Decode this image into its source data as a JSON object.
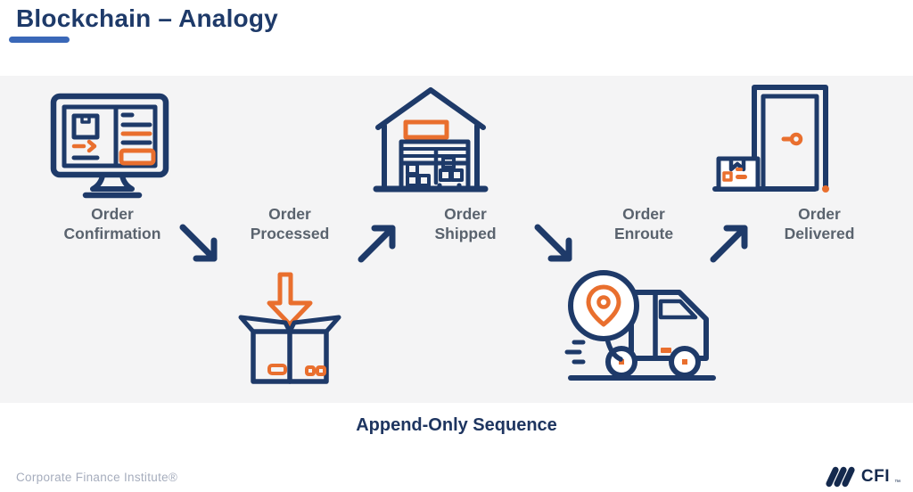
{
  "header": {
    "title": "Blockchain – Analogy"
  },
  "diagram": {
    "caption": "Append-Only Sequence",
    "steps": [
      {
        "line1": "Order",
        "line2": "Confirmation",
        "icon": "desktop-monitor-icon"
      },
      {
        "line1": "Order",
        "line2": "Processed",
        "icon": "open-box-icon"
      },
      {
        "line1": "Order",
        "line2": "Shipped",
        "icon": "warehouse-icon"
      },
      {
        "line1": "Order",
        "line2": "Enroute",
        "icon": "delivery-truck-icon"
      },
      {
        "line1": "Order",
        "line2": "Delivered",
        "icon": "door-delivery-icon"
      }
    ],
    "arrows": [
      "down-right",
      "up-right",
      "down-right",
      "up-right"
    ]
  },
  "footer": {
    "attribution": "Corporate Finance Institute®",
    "logo": {
      "text": "CFI",
      "tm": "™"
    }
  },
  "colors": {
    "navy": "#1e3a69",
    "orange": "#e96f2e",
    "accent_blue": "#3a68b8",
    "label_gray": "#5a636e",
    "band_bg": "#f4f4f5",
    "footer_text": "#a6adbd",
    "logo_navy": "#14294d"
  }
}
